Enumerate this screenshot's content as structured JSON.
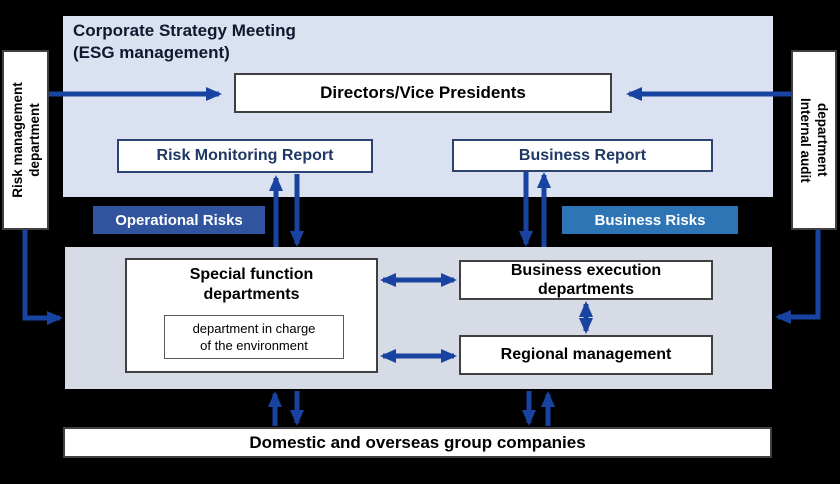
{
  "colors": {
    "background": "#000000",
    "top_section": "#dae2f2",
    "bottom_section": "#d6dbe5",
    "arrow": "#1843a0",
    "operational_risks": "#31549e",
    "business_risks": "#2e75b6",
    "report_border": "#2c4270",
    "report_text": "#1f3864",
    "box_border": "#404040",
    "title_text": "#10172e"
  },
  "top_section": {
    "title": {
      "line1": "Corporate Strategy Meeting",
      "line2": "(ESG management)"
    },
    "directors": "Directors/Vice Presidents",
    "risk_monitoring_report": "Risk Monitoring Report",
    "business_report": "Business Report"
  },
  "side_panels": {
    "left": {
      "line1": "Risk management",
      "line2": "department"
    },
    "right": {
      "line1": "Internal audit",
      "line2": "department"
    }
  },
  "risk_labels": {
    "operational": "Operational Risks",
    "business": "Business Risks"
  },
  "execution_section": {
    "special_function": {
      "line1": "Special function",
      "line2": "departments"
    },
    "environment_dept": {
      "line1": "department in charge",
      "line2": "of the environment"
    },
    "business_execution": {
      "line1": "Business execution",
      "line2": "departments"
    },
    "regional_management": "Regional management"
  },
  "group_companies": "Domestic and overseas group companies"
}
